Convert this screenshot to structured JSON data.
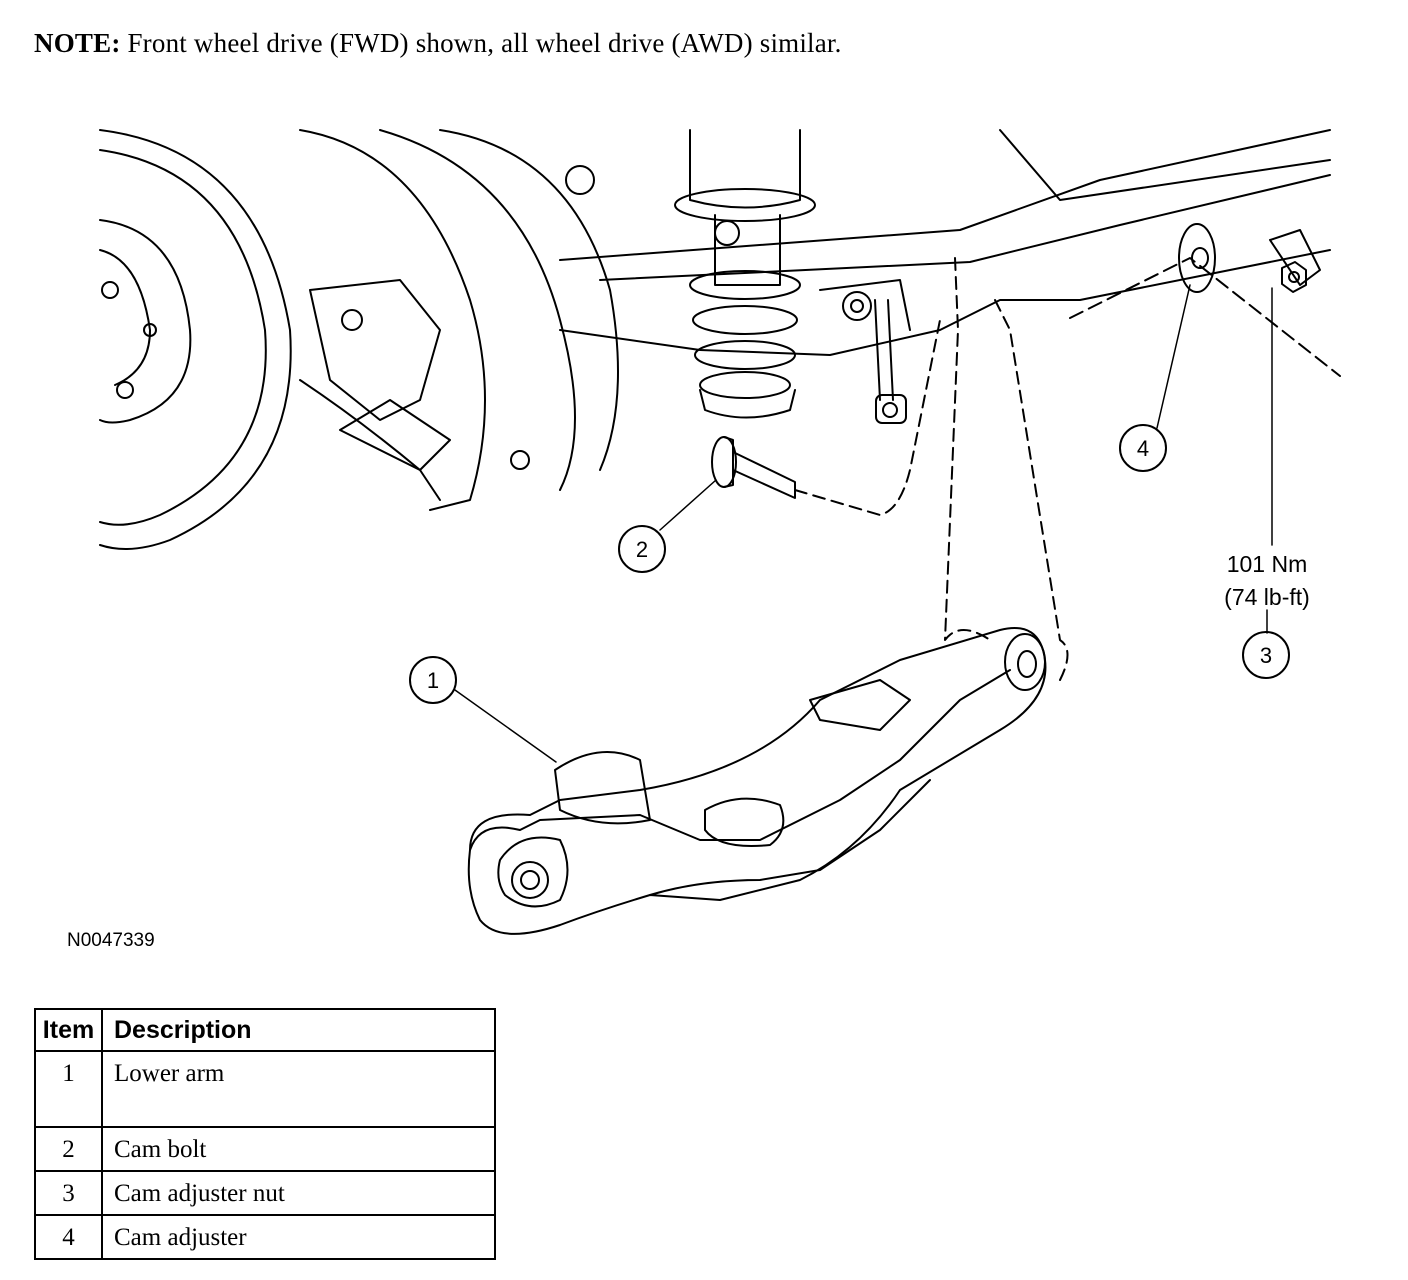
{
  "note": {
    "label": "NOTE:",
    "text": " Front wheel drive (FWD) shown, all wheel drive (AWD) similar."
  },
  "figure": {
    "id": "N0047339",
    "callouts": [
      "1",
      "2",
      "3",
      "4"
    ],
    "torque": {
      "line1": "101 Nm",
      "line2": "(74 lb-ft)"
    }
  },
  "table": {
    "headers": {
      "item": "Item",
      "description": "Description"
    },
    "rows": [
      {
        "item": "1",
        "description": "Lower arm"
      },
      {
        "item": "2",
        "description": "Cam bolt"
      },
      {
        "item": "3",
        "description": "Cam adjuster nut"
      },
      {
        "item": "4",
        "description": "Cam adjuster"
      }
    ]
  }
}
